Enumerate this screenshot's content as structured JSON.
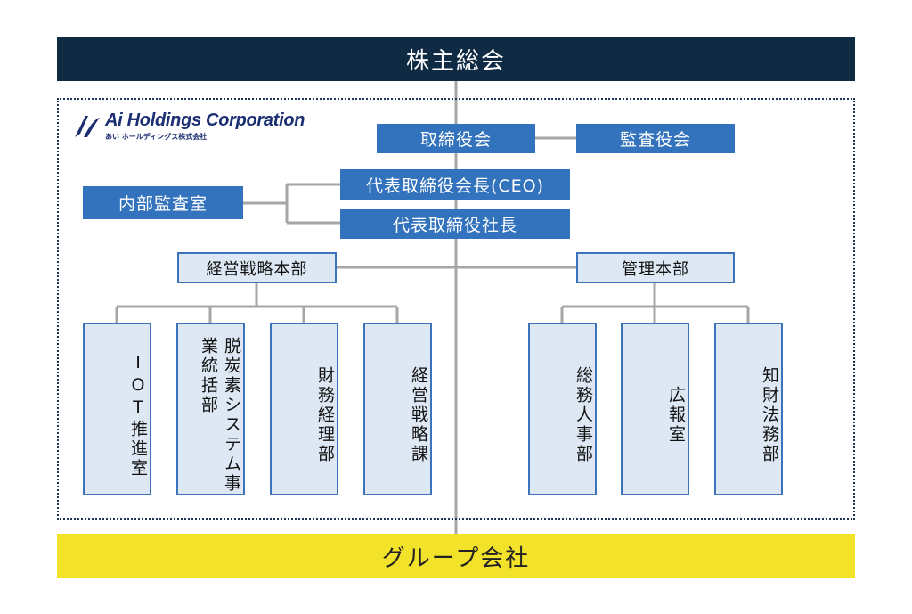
{
  "top_band": "株主総会",
  "bottom_band": "グループ会社",
  "logo": {
    "name": "Ai Holdings Corporation",
    "sub": "あい ホールディングス株式会社"
  },
  "boxes": {
    "board": "取締役会",
    "auditors": "監査役会",
    "ceo": "代表取締役会長(CEO)",
    "president": "代表取締役社長",
    "internal_audit": "内部監査室",
    "strategy_hq": "経営戦略本部",
    "admin_hq": "管理本部"
  },
  "strategy_depts": [
    "IOT推進室",
    "脱炭素システム事業統括部",
    "財務経理部",
    "経営戦略課"
  ],
  "admin_depts": [
    "総務人事部",
    "広報室",
    "知財法務部"
  ],
  "colors": {
    "navy": "#0f2b44",
    "yellow": "#f3e22a",
    "blue": "#3372bd",
    "light_blue": "#dde8f4",
    "line_gray": "#a6a6a6"
  }
}
